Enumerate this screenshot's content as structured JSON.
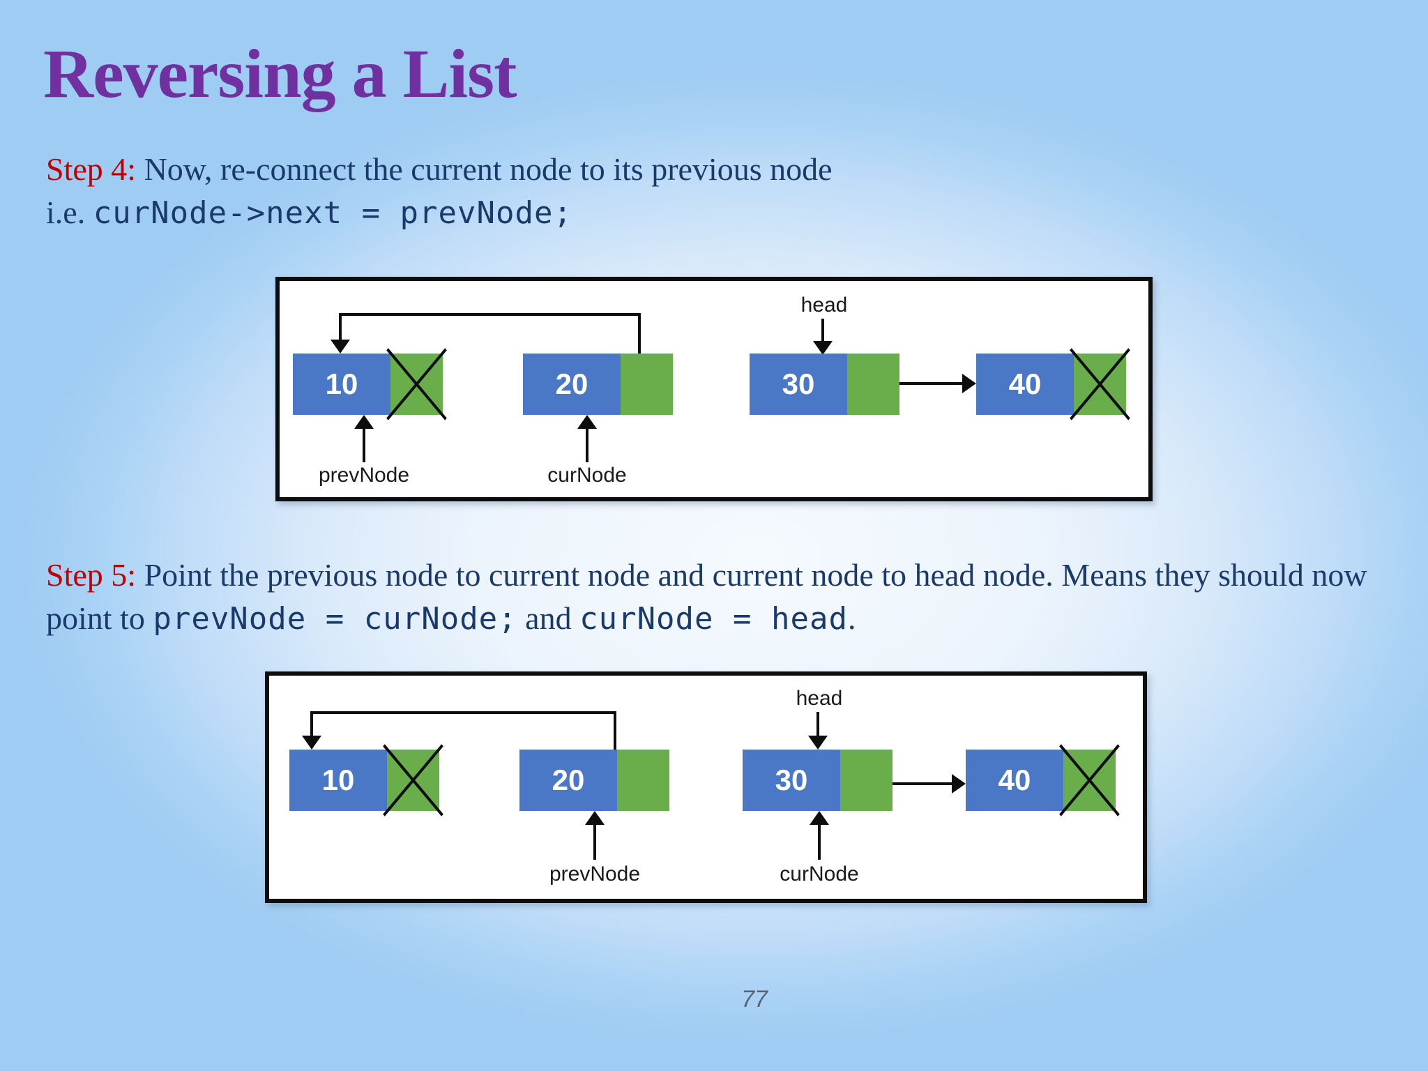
{
  "slide": {
    "title": "Reversing a List",
    "page_number": "77"
  },
  "colors": {
    "title_purple": "#7030a0",
    "step_label_red": "#c00000",
    "body_navy": "#1a3a6b",
    "node_blue": "#4a77c6",
    "node_green": "#6aad4b",
    "background_blue": "#9fccf3"
  },
  "step4": {
    "label": "Step 4:",
    "text": " Now, re-connect the current node to its previous node",
    "prefix": "i.e. ",
    "code": "curNode->next = prevNode;"
  },
  "step5": {
    "label": "Step 5:",
    "text": " Point the previous node to current node and current node to head node. Means they should now point to ",
    "code1": "prevNode = curNode;",
    "conjunction": " and ",
    "code2": "curNode = head",
    "period": "."
  },
  "diagram1": {
    "head_label": "head",
    "prevnode_label": "prevNode",
    "curnode_label": "curNode",
    "nodes": [
      {
        "value": "10",
        "next_crossed": true
      },
      {
        "value": "20",
        "next_crossed": false
      },
      {
        "value": "30",
        "next_crossed": false
      },
      {
        "value": "40",
        "next_crossed": true
      }
    ]
  },
  "diagram2": {
    "head_label": "head",
    "prevnode_label": "prevNode",
    "curnode_label": "curNode",
    "nodes": [
      {
        "value": "10",
        "next_crossed": true
      },
      {
        "value": "20",
        "next_crossed": false
      },
      {
        "value": "30",
        "next_crossed": false
      },
      {
        "value": "40",
        "next_crossed": true
      }
    ]
  }
}
